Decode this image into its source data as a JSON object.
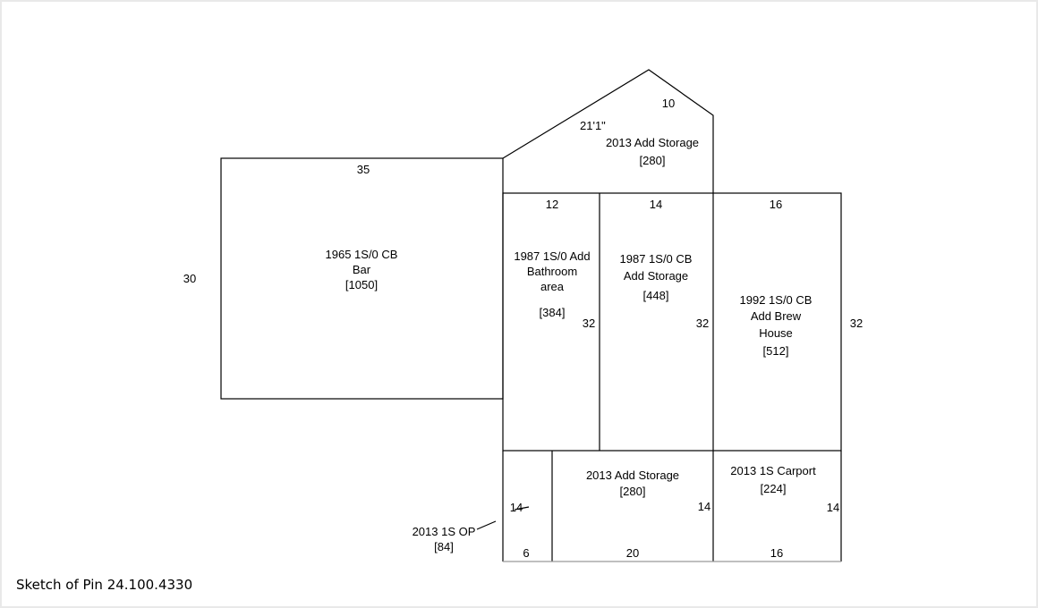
{
  "caption": "Sketch of Pin 24.100.4330",
  "colors": {
    "line": "#000000",
    "frame": "#e9e9e9",
    "background": "#ffffff"
  },
  "bar": {
    "line1": "1965 1S/0 CB",
    "line2": "Bar",
    "area": "[1050]",
    "width": "35",
    "depth": "30"
  },
  "storage_top": {
    "line1": "2013 Add Storage",
    "area": "[280]",
    "slope": "21'1\"",
    "side": "10"
  },
  "bathroom": {
    "line1": "1987 1S/0 Add",
    "line2": "Bathroom",
    "line3": "area",
    "area": "[384]",
    "width": "12",
    "depth": "32"
  },
  "storage_1987": {
    "line1": "1987 1S/0 CB",
    "line2": "Add Storage",
    "area": "[448]",
    "width": "14",
    "depth": "32"
  },
  "brew_house": {
    "line1": "1992 1S/0 CB",
    "line2": "Add Brew",
    "line3": "House",
    "area": "[512]",
    "width": "16",
    "depth": "32"
  },
  "open_porch": {
    "line1": "2013 1S OP",
    "area": "[84]",
    "depth": "14",
    "width": "6"
  },
  "storage_bottom": {
    "line1": "2013 Add Storage",
    "area": "[280]",
    "depth": "14",
    "width": "20"
  },
  "carport": {
    "line1": "2013 1S Carport",
    "area": "[224]",
    "depth": "14",
    "width": "16"
  }
}
